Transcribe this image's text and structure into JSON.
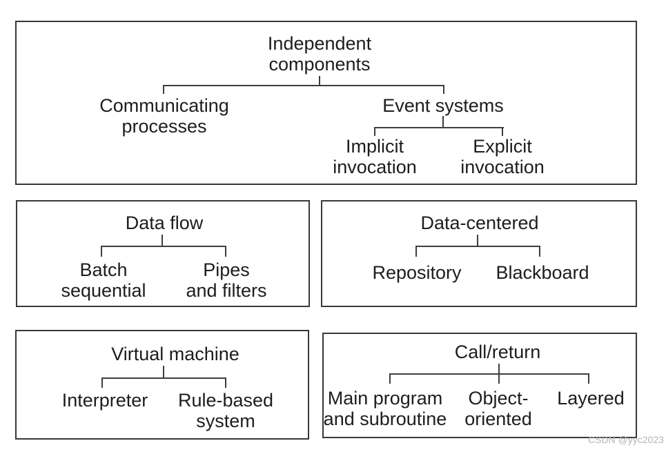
{
  "colors": {
    "background": "#ffffff",
    "line": "#3d3d3d",
    "text": "#1d1d1d",
    "watermark": "#b4b4b4"
  },
  "panels": [
    {
      "id": "independent-components",
      "title": "Independent\ncomponents",
      "children": [
        {
          "label": "Communicating\nprocesses"
        },
        {
          "label": "Event systems",
          "children": [
            {
              "label": "Implicit\ninvocation"
            },
            {
              "label": "Explicit\ninvocation"
            }
          ]
        }
      ]
    },
    {
      "id": "data-flow",
      "title": "Data flow",
      "children": [
        {
          "label": "Batch\nsequential"
        },
        {
          "label": "Pipes\nand filters"
        }
      ]
    },
    {
      "id": "data-centered",
      "title": "Data-centered",
      "children": [
        {
          "label": "Repository"
        },
        {
          "label": "Blackboard"
        }
      ]
    },
    {
      "id": "virtual-machine",
      "title": "Virtual machine",
      "children": [
        {
          "label": "Interpreter"
        },
        {
          "label": "Rule-based\nsystem"
        }
      ]
    },
    {
      "id": "call-return",
      "title": "Call/return",
      "children": [
        {
          "label": "Main program\nand subroutine"
        },
        {
          "label": "Object-\noriented"
        },
        {
          "label": "Layered"
        }
      ]
    }
  ],
  "watermark": "CSDN @yyc2023"
}
